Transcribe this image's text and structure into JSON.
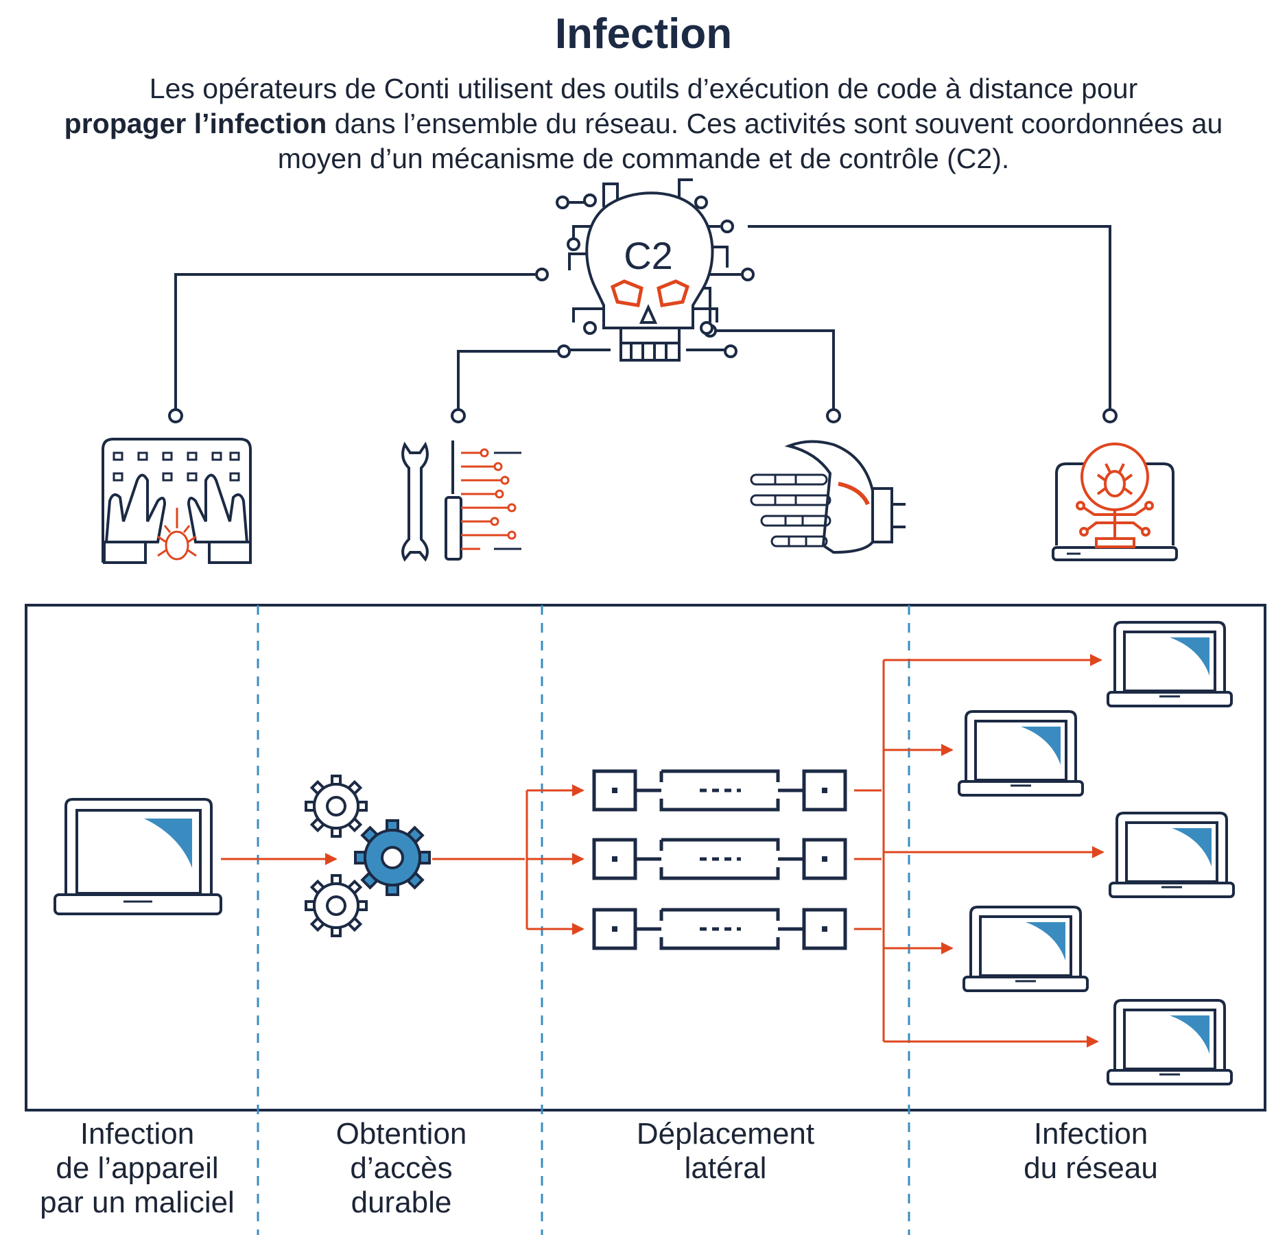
{
  "title": "Infection",
  "intro": {
    "part1": "Les opérateurs de Conti utilisent des outils d’exécution de code à distance pour",
    "bold": "propager l’infection",
    "part2": " dans l’ensemble du réseau. Ces activités sont souvent coordonnées au moyen d’un mécanisme de commande et de contrôle (C2)."
  },
  "c2_label": "C2",
  "stages": [
    {
      "label": "Infection\nde l’appareil\npar un maliciel"
    },
    {
      "label": "Obtention\nd’accès\ndurable"
    },
    {
      "label": "Déplacement\nlatéral"
    },
    {
      "label": "Infection\ndu réseau"
    }
  ],
  "colors": {
    "navy": "#1c2a44",
    "orange": "#e0461e",
    "blue": "#3a8cc0",
    "dashed": "#3a8cc0"
  },
  "icons": [
    "skull-c2-icon",
    "keyboard-bug-icon",
    "tools-circuit-icon",
    "robot-hand-icon",
    "laptop-bug-icon",
    "laptop-icon",
    "gears-icon",
    "server-node-icon"
  ]
}
